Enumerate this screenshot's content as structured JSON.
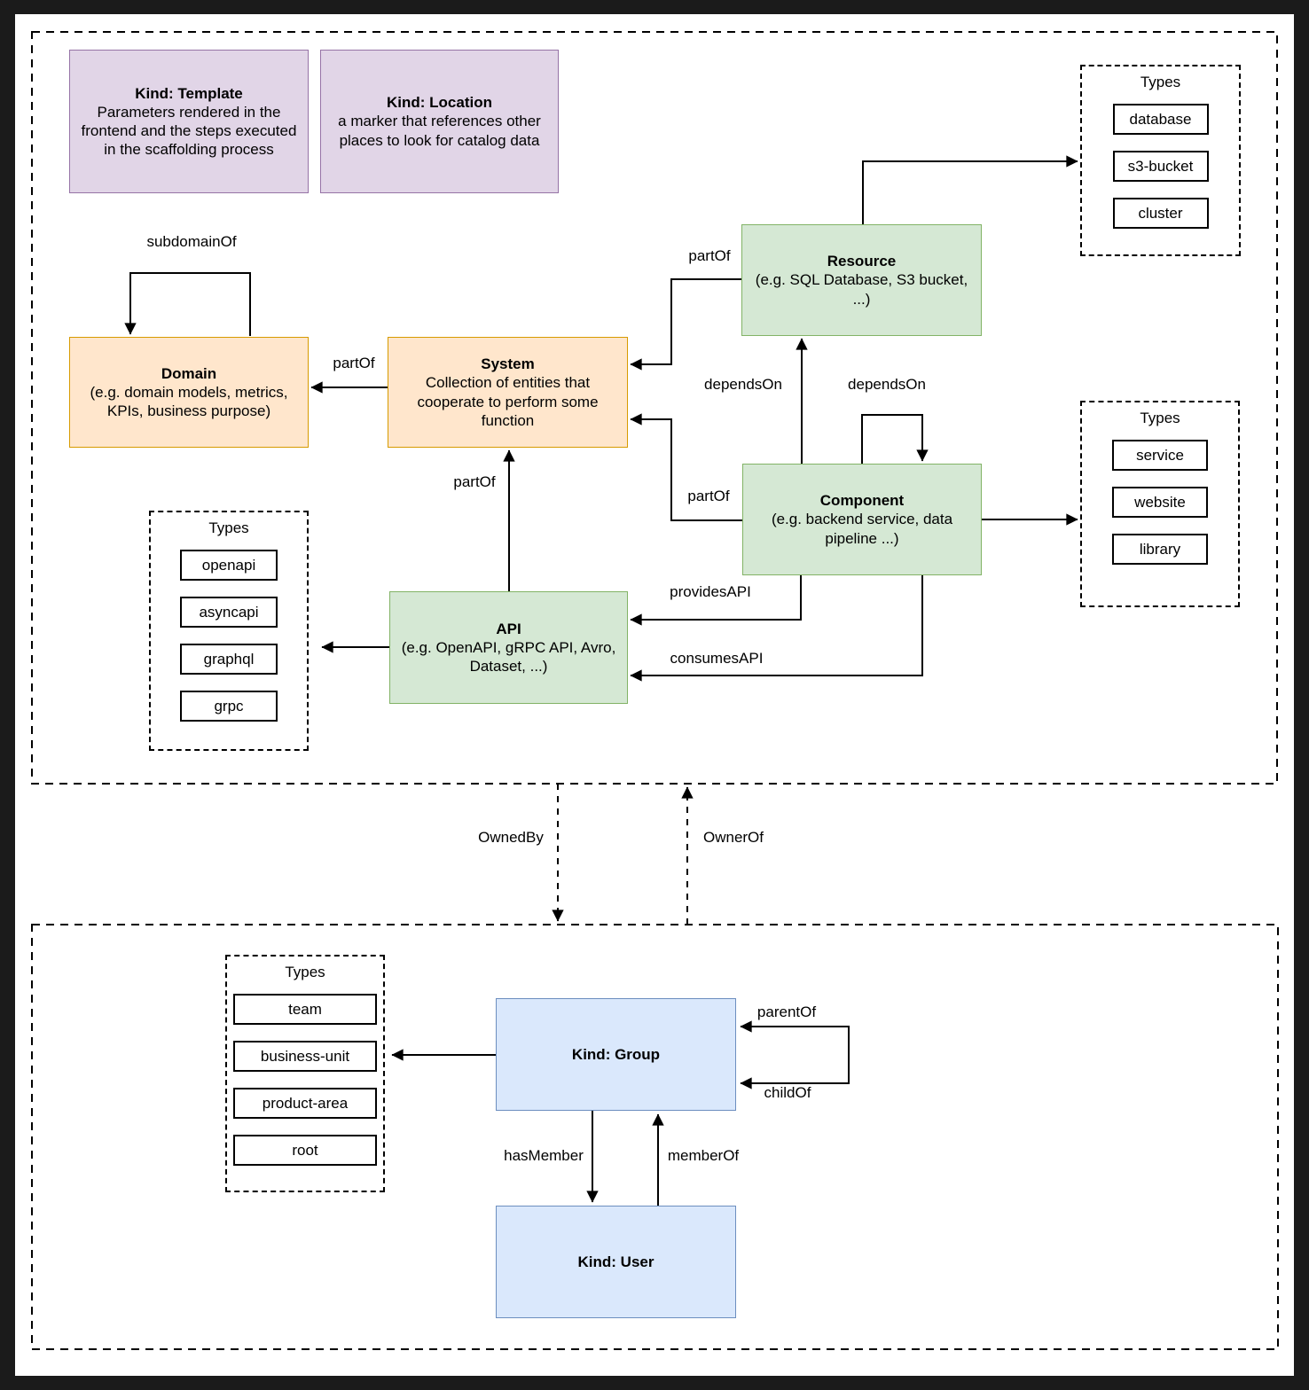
{
  "diagram": {
    "nodes": {
      "template": {
        "title": "Kind: Template",
        "body": "Parameters rendered in the frontend and the steps executed in  the scaffolding process"
      },
      "location": {
        "title": "Kind: Location",
        "body": "a marker that references other places to look for catalog data"
      },
      "domain": {
        "title": "Domain",
        "body": "(e.g.  domain models, metrics, KPIs, business purpose)"
      },
      "system": {
        "title": "System",
        "body": "Collection of entities that cooperate to perform some function"
      },
      "resource": {
        "title": "Resource",
        "body": "(e.g. SQL Database, S3 bucket, ...)"
      },
      "component": {
        "title": "Component",
        "body": "(e.g. backend service, data pipeline ...)"
      },
      "api": {
        "title": "API",
        "body": "(e.g. OpenAPI, gRPC API, Avro, Dataset, ...)"
      },
      "group": {
        "title": "Kind: Group"
      },
      "user": {
        "title": "Kind: User"
      }
    },
    "type_panels": {
      "resource_types": {
        "title": "Types",
        "items": [
          "database",
          "s3-bucket",
          "cluster"
        ]
      },
      "component_types": {
        "title": "Types",
        "items": [
          "service",
          "website",
          "library"
        ]
      },
      "api_types": {
        "title": "Types",
        "items": [
          "openapi",
          "asyncapi",
          "graphql",
          "grpc"
        ]
      },
      "group_types": {
        "title": "Types",
        "items": [
          "team",
          "business-unit",
          "product-area",
          "root"
        ]
      }
    },
    "edge_labels": {
      "subdomain_of": "subdomainOf",
      "part_of": "partOf",
      "depends_on": "dependsOn",
      "provides_api": "providesAPI",
      "consumes_api": "consumesAPI",
      "owned_by": "OwnedBy",
      "owner_of": "OwnerOf",
      "parent_of": "parentOf",
      "child_of": "childOf",
      "has_member": "hasMember",
      "member_of": "memberOf"
    },
    "colors": {
      "background": "#1B1B1B",
      "canvas": "#FFFFFF",
      "line": "#000000",
      "purple_fill": "#E1D5E7",
      "purple_border": "#9673A6",
      "orange_fill": "#FFE6CC",
      "orange_border": "#D79B00",
      "green_fill": "#D5E8D4",
      "green_border": "#82B366",
      "blue_fill": "#DAE8FC",
      "blue_border": "#6C8EBF"
    }
  }
}
